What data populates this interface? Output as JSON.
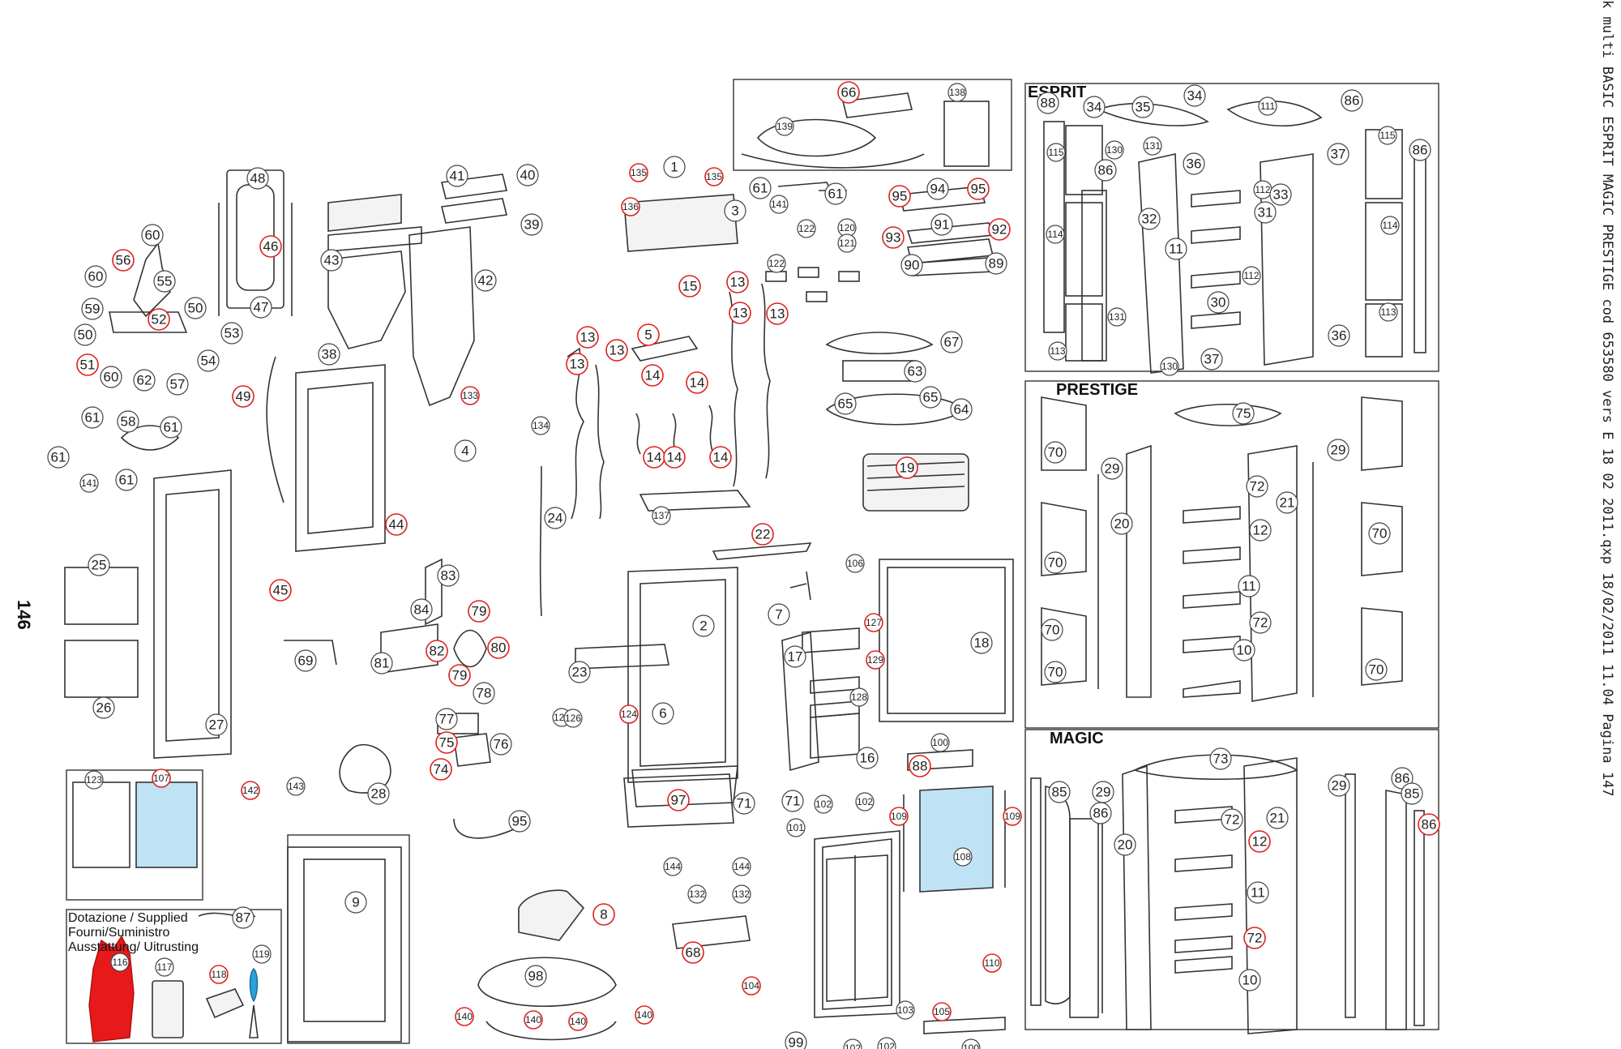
{
  "header": {
    "side_caption": "k multi BASIC ESPRIT MAGIC PRESTIGE cod 653580 vers E 18 02 2011.qxp   18/02/2011   11.04   Pagina 147",
    "page_number": "146"
  },
  "sections": {
    "esprit": "ESPRIT",
    "prestige": "PRESTIGE",
    "magic": "MAGIC"
  },
  "supplied": {
    "line1": "Dotazione / Supplied",
    "line2": "Fourni/Suministro",
    "line3": "Ausstattung/ Uitrusting"
  },
  "colors": {
    "callout_highlight": "#d22222",
    "glove": "#e8191a",
    "tool_handle": "#2aa0dc",
    "glass": "#bfe3f5"
  },
  "callouts": [
    {
      "label": "48",
      "red": false
    },
    {
      "label": "46",
      "red": true
    },
    {
      "label": "47",
      "red": false
    },
    {
      "label": "41",
      "red": false
    },
    {
      "label": "40",
      "red": false
    },
    {
      "label": "39",
      "red": false
    },
    {
      "label": "43",
      "red": false
    },
    {
      "label": "42",
      "red": false
    },
    {
      "label": "60",
      "red": false
    },
    {
      "label": "56",
      "red": true
    },
    {
      "label": "60",
      "red": false
    },
    {
      "label": "55",
      "red": false
    },
    {
      "label": "59",
      "red": false
    },
    {
      "label": "52",
      "red": true
    },
    {
      "label": "50",
      "red": false
    },
    {
      "label": "53",
      "red": false
    },
    {
      "label": "50",
      "red": false
    },
    {
      "label": "51",
      "red": true
    },
    {
      "label": "60",
      "red": false
    },
    {
      "label": "62",
      "red": false
    },
    {
      "label": "57",
      "red": false
    },
    {
      "label": "54",
      "red": false
    },
    {
      "label": "49",
      "red": true
    },
    {
      "label": "61",
      "red": false
    },
    {
      "label": "58",
      "red": false
    },
    {
      "label": "61",
      "red": false
    },
    {
      "label": "61",
      "red": false
    },
    {
      "label": "141",
      "red": false
    },
    {
      "label": "61",
      "red": false
    },
    {
      "label": "38",
      "red": false
    },
    {
      "label": "133",
      "red": true
    },
    {
      "label": "4",
      "red": false
    },
    {
      "label": "44",
      "red": true
    },
    {
      "label": "134",
      "red": false
    },
    {
      "label": "25",
      "red": false
    },
    {
      "label": "45",
      "red": true
    },
    {
      "label": "26",
      "red": false
    },
    {
      "label": "27",
      "red": false
    },
    {
      "label": "69",
      "red": false
    },
    {
      "label": "83",
      "red": false
    },
    {
      "label": "84",
      "red": false
    },
    {
      "label": "81",
      "red": false
    },
    {
      "label": "82",
      "red": true
    },
    {
      "label": "79",
      "red": true
    },
    {
      "label": "80",
      "red": true
    },
    {
      "label": "79",
      "red": true
    },
    {
      "label": "78",
      "red": false
    },
    {
      "label": "77",
      "red": false
    },
    {
      "label": "75",
      "red": true
    },
    {
      "label": "76",
      "red": false
    },
    {
      "label": "74",
      "red": true
    },
    {
      "label": "28",
      "red": false
    },
    {
      "label": "123",
      "red": false
    },
    {
      "label": "107",
      "red": true
    },
    {
      "label": "142",
      "red": true
    },
    {
      "label": "143",
      "red": false
    },
    {
      "label": "9",
      "red": false
    },
    {
      "label": "87",
      "red": false
    },
    {
      "label": "116",
      "red": false
    },
    {
      "label": "117",
      "red": false
    },
    {
      "label": "118",
      "red": true
    },
    {
      "label": "119",
      "red": false
    },
    {
      "label": "135",
      "red": true
    },
    {
      "label": "1",
      "red": false
    },
    {
      "label": "135",
      "red": true
    },
    {
      "label": "136",
      "red": true
    },
    {
      "label": "3",
      "red": false
    },
    {
      "label": "15",
      "red": true
    },
    {
      "label": "5",
      "red": true
    },
    {
      "label": "13",
      "red": true
    },
    {
      "label": "13",
      "red": true
    },
    {
      "label": "13",
      "red": true
    },
    {
      "label": "13",
      "red": true
    },
    {
      "label": "13",
      "red": true
    },
    {
      "label": "13",
      "red": true
    },
    {
      "label": "14",
      "red": true
    },
    {
      "label": "14",
      "red": true
    },
    {
      "label": "14",
      "red": true
    },
    {
      "label": "14",
      "red": true
    },
    {
      "label": "14",
      "red": true
    },
    {
      "label": "24",
      "red": false
    },
    {
      "label": "137",
      "red": false
    },
    {
      "label": "22",
      "red": true
    },
    {
      "label": "61",
      "red": false
    },
    {
      "label": "141",
      "red": false
    },
    {
      "label": "61",
      "red": false
    },
    {
      "label": "122",
      "red": false
    },
    {
      "label": "122",
      "red": false
    },
    {
      "label": "120",
      "red": false
    },
    {
      "label": "121",
      "red": false
    },
    {
      "label": "66",
      "red": true
    },
    {
      "label": "138",
      "red": false
    },
    {
      "label": "139",
      "red": false
    },
    {
      "label": "95",
      "red": true
    },
    {
      "label": "94",
      "red": false
    },
    {
      "label": "95",
      "red": true
    },
    {
      "label": "93",
      "red": true
    },
    {
      "label": "91",
      "red": false
    },
    {
      "label": "92",
      "red": true
    },
    {
      "label": "90",
      "red": false
    },
    {
      "label": "89",
      "red": false
    },
    {
      "label": "67",
      "red": false
    },
    {
      "label": "63",
      "red": false
    },
    {
      "label": "65",
      "red": false
    },
    {
      "label": "65",
      "red": false
    },
    {
      "label": "64",
      "red": false
    },
    {
      "label": "19",
      "red": true
    },
    {
      "label": "2",
      "red": false
    },
    {
      "label": "7",
      "red": false
    },
    {
      "label": "106",
      "red": false
    },
    {
      "label": "127",
      "red": true
    },
    {
      "label": "129",
      "red": true
    },
    {
      "label": "128",
      "red": false
    },
    {
      "label": "17",
      "red": false
    },
    {
      "label": "16",
      "red": false
    },
    {
      "label": "18",
      "red": false
    },
    {
      "label": "23",
      "red": false
    },
    {
      "label": "124",
      "red": true
    },
    {
      "label": "125",
      "red": false
    },
    {
      "label": "126",
      "red": false
    },
    {
      "label": "6",
      "red": false
    },
    {
      "label": "97",
      "red": true
    },
    {
      "label": "95",
      "red": false
    },
    {
      "label": "71",
      "red": false
    },
    {
      "label": "71",
      "red": false
    },
    {
      "label": "102",
      "red": false
    },
    {
      "label": "102",
      "red": false
    },
    {
      "label": "101",
      "red": false
    },
    {
      "label": "144",
      "red": false
    },
    {
      "label": "144",
      "red": false
    },
    {
      "label": "132",
      "red": false
    },
    {
      "label": "132",
      "red": false
    },
    {
      "label": "100",
      "red": false
    },
    {
      "label": "109",
      "red": true
    },
    {
      "label": "108",
      "red": false
    },
    {
      "label": "109",
      "red": true
    },
    {
      "label": "8",
      "red": true
    },
    {
      "label": "68",
      "red": true
    },
    {
      "label": "98",
      "red": false
    },
    {
      "label": "104",
      "red": true
    },
    {
      "label": "103",
      "red": false
    },
    {
      "label": "105",
      "red": true
    },
    {
      "label": "110",
      "red": true
    },
    {
      "label": "140",
      "red": true
    },
    {
      "label": "140",
      "red": true
    },
    {
      "label": "140",
      "red": true
    },
    {
      "label": "140",
      "red": true
    },
    {
      "label": "99",
      "red": false
    },
    {
      "label": "102",
      "red": false
    },
    {
      "label": "102",
      "red": false
    },
    {
      "label": "100",
      "red": false
    },
    {
      "label": "88",
      "red": false
    },
    {
      "label": "34",
      "red": false
    },
    {
      "label": "35",
      "red": false
    },
    {
      "label": "34",
      "red": false
    },
    {
      "label": "111",
      "red": false
    },
    {
      "label": "86",
      "red": false
    },
    {
      "label": "115",
      "red": false
    },
    {
      "label": "130",
      "red": false
    },
    {
      "label": "86",
      "red": false
    },
    {
      "label": "36",
      "red": false
    },
    {
      "label": "131",
      "red": false
    },
    {
      "label": "112",
      "red": false
    },
    {
      "label": "37",
      "red": false
    },
    {
      "label": "115",
      "red": false
    },
    {
      "label": "86",
      "red": false
    },
    {
      "label": "32",
      "red": false
    },
    {
      "label": "33",
      "red": false
    },
    {
      "label": "31",
      "red": false
    },
    {
      "label": "114",
      "red": false
    },
    {
      "label": "11",
      "red": false
    },
    {
      "label": "114",
      "red": false
    },
    {
      "label": "112",
      "red": false
    },
    {
      "label": "131",
      "red": false
    },
    {
      "label": "30",
      "red": false
    },
    {
      "label": "113",
      "red": false
    },
    {
      "label": "113",
      "red": false
    },
    {
      "label": "130",
      "red": false
    },
    {
      "label": "36",
      "red": false
    },
    {
      "label": "37",
      "red": false
    },
    {
      "label": "75",
      "red": false
    },
    {
      "label": "70",
      "red": false
    },
    {
      "label": "29",
      "red": false
    },
    {
      "label": "20",
      "red": false
    },
    {
      "label": "72",
      "red": false
    },
    {
      "label": "21",
      "red": false
    },
    {
      "label": "70",
      "red": false
    },
    {
      "label": "29",
      "red": false
    },
    {
      "label": "70",
      "red": false
    },
    {
      "label": "12",
      "red": false
    },
    {
      "label": "70",
      "red": false
    },
    {
      "label": "11",
      "red": false
    },
    {
      "label": "72",
      "red": false
    },
    {
      "label": "70",
      "red": false
    },
    {
      "label": "10",
      "red": false
    },
    {
      "label": "70",
      "red": false
    },
    {
      "label": "73",
      "red": false
    },
    {
      "label": "88",
      "red": true
    },
    {
      "label": "85",
      "red": false
    },
    {
      "label": "29",
      "red": false
    },
    {
      "label": "86",
      "red": false
    },
    {
      "label": "29",
      "red": false
    },
    {
      "label": "86",
      "red": false
    },
    {
      "label": "85",
      "red": false
    },
    {
      "label": "20",
      "red": false
    },
    {
      "label": "72",
      "red": false
    },
    {
      "label": "21",
      "red": false
    },
    {
      "label": "12",
      "red": true
    },
    {
      "label": "86",
      "red": true
    },
    {
      "label": "11",
      "red": false
    },
    {
      "label": "72",
      "red": true
    },
    {
      "label": "10",
      "red": false
    }
  ]
}
